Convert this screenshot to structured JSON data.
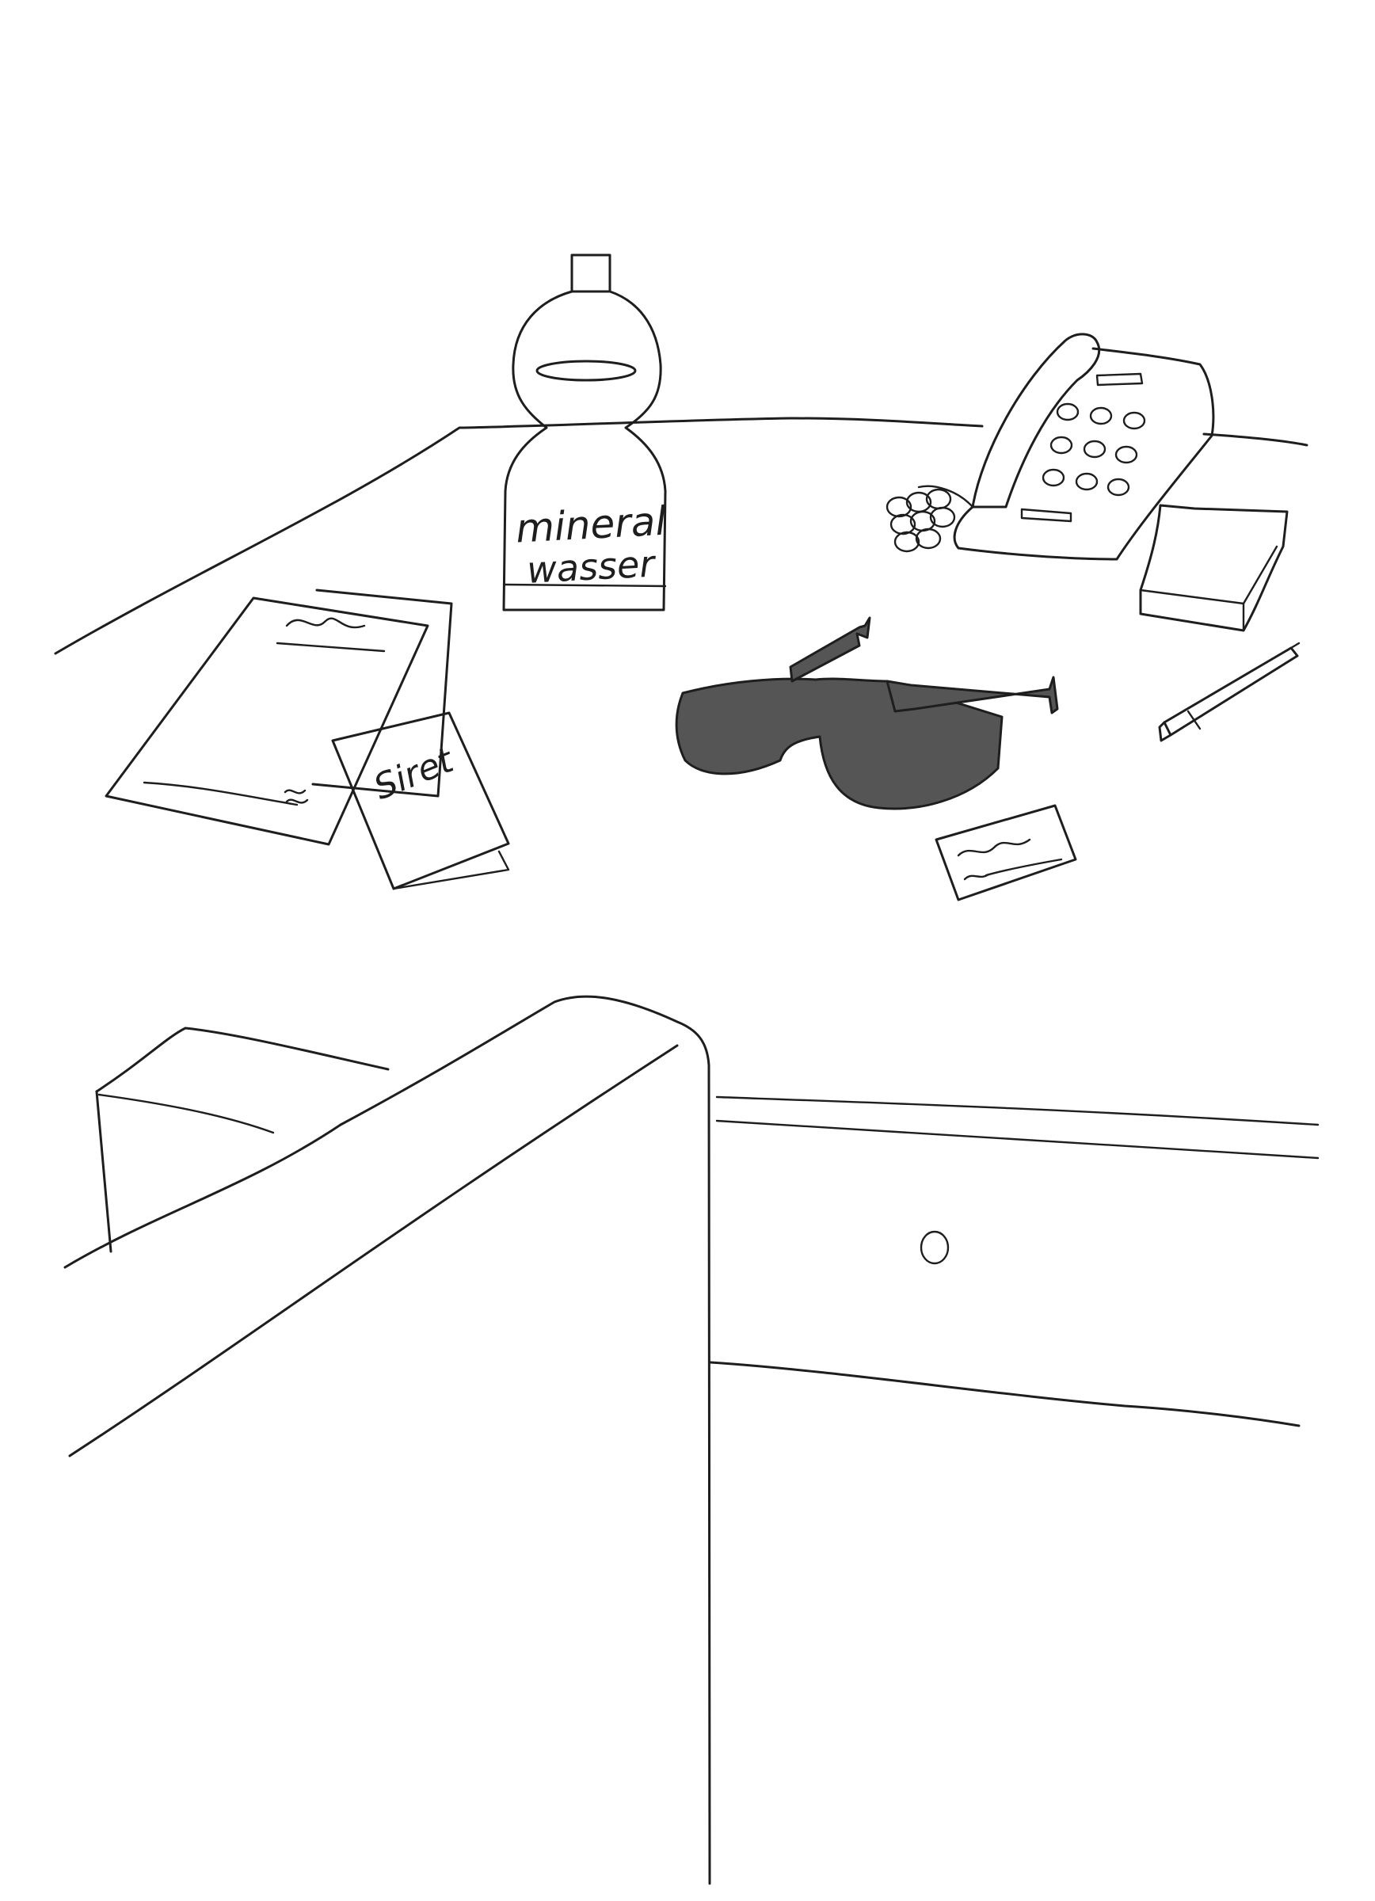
{
  "bottle": {
    "label_line1": "mineral",
    "label_line2": "wasser"
  },
  "note": {
    "text": "Siret"
  },
  "colors": {
    "ink": "#1e1e1e",
    "lens": "#555555",
    "paper": "#ffffff"
  }
}
